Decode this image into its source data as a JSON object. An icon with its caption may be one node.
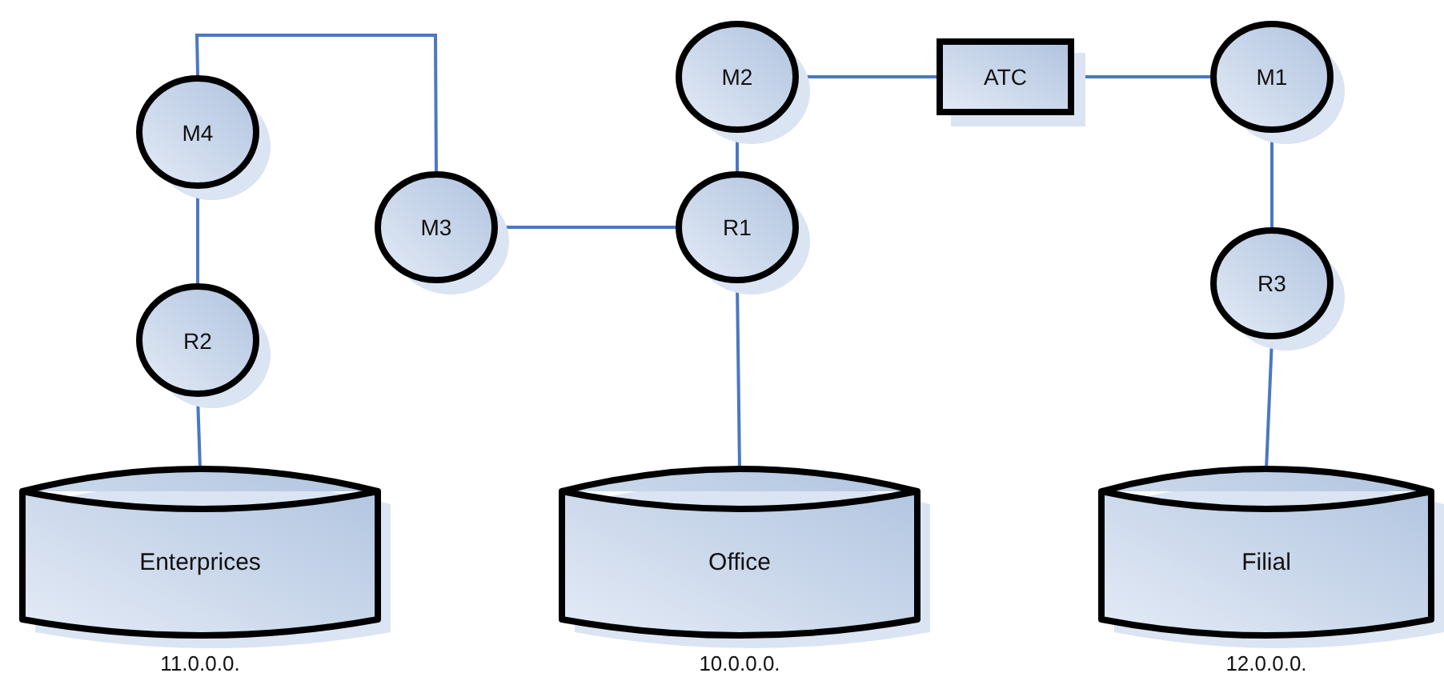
{
  "diagram": {
    "nodes": [
      {
        "text": [
          "M4"
        ]
      },
      {
        "text": [
          "M3"
        ]
      },
      {
        "text": [
          "M2"
        ]
      },
      {
        "text": [
          "ATC"
        ]
      },
      {
        "text": [
          "M1"
        ]
      },
      {
        "text": [
          "R1"
        ]
      },
      {
        "text": [
          "R2"
        ]
      },
      {
        "text": [
          "R3"
        ]
      },
      {
        "text": [
          "Enterprices"
        ],
        "beside": [
          "11.0.0.0."
        ]
      },
      {
        "text": [
          "Office"
        ],
        "beside": [
          "10.0.0.0."
        ]
      },
      {
        "text": [
          "Filial"
        ],
        "beside": [
          "12.0.0.0."
        ]
      }
    ],
    "edges": [
      {
        "from": 0,
        "to": 1,
        "arrow": "none"
      },
      {
        "from": 0,
        "to": 6,
        "arrow": "none"
      },
      {
        "from": 6,
        "to": 8,
        "arrow": "none"
      },
      {
        "from": 1,
        "to": 5,
        "arrow": "none"
      },
      {
        "from": 2,
        "to": 5,
        "arrow": "none"
      },
      {
        "from": 2,
        "to": 3,
        "arrow": "none"
      },
      {
        "from": 3,
        "to": 4,
        "arrow": "none"
      },
      {
        "from": 4,
        "to": 7,
        "arrow": "none"
      },
      {
        "from": 7,
        "to": 10,
        "arrow": "none"
      },
      {
        "from": 5,
        "to": 9,
        "arrow": "none"
      }
    ]
  }
}
